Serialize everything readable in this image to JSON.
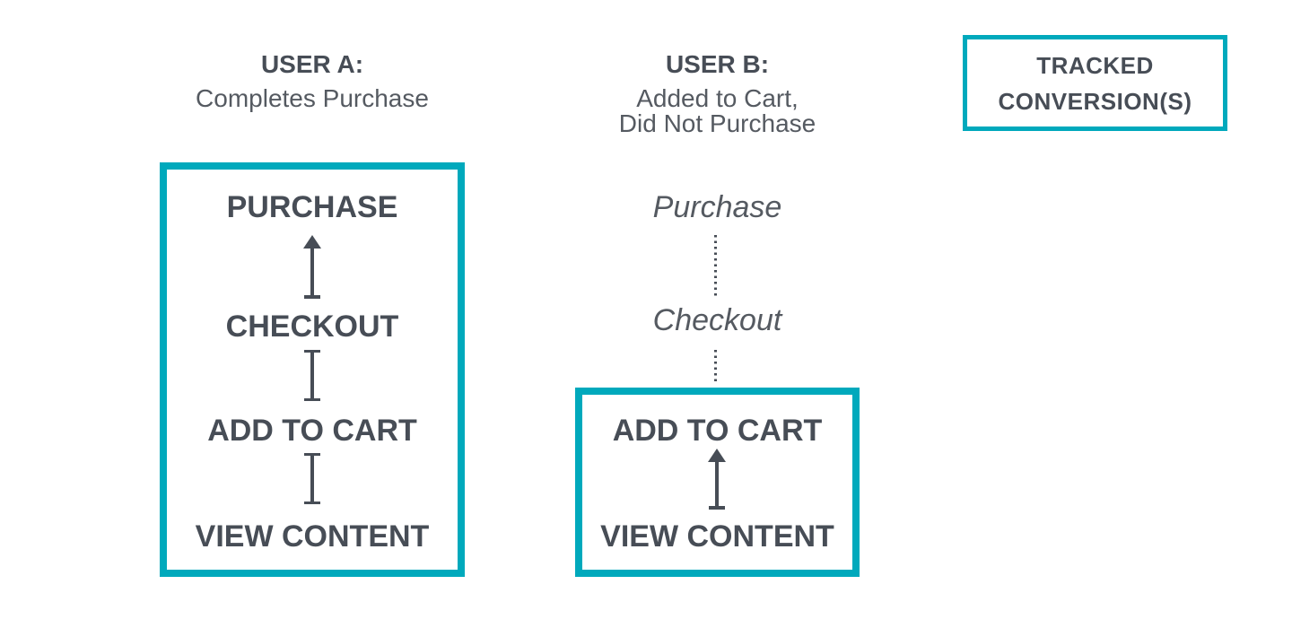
{
  "colors": {
    "accent": "#00a9bc",
    "text_dark": "#474d56",
    "text_gray": "#555a61"
  },
  "user_a": {
    "title": "USER A:",
    "subtitle": "Completes Purchase",
    "steps": [
      "PURCHASE",
      "CHECKOUT",
      "ADD TO CART",
      "VIEW CONTENT"
    ]
  },
  "user_b": {
    "title": "USER B:",
    "subtitle": "Added to Cart,\nDid Not Purchase",
    "skipped_steps": [
      "Purchase",
      "Checkout"
    ],
    "steps": [
      "ADD TO CART",
      "VIEW CONTENT"
    ]
  },
  "legend": {
    "label": "TRACKED CONVERSION(S)"
  }
}
